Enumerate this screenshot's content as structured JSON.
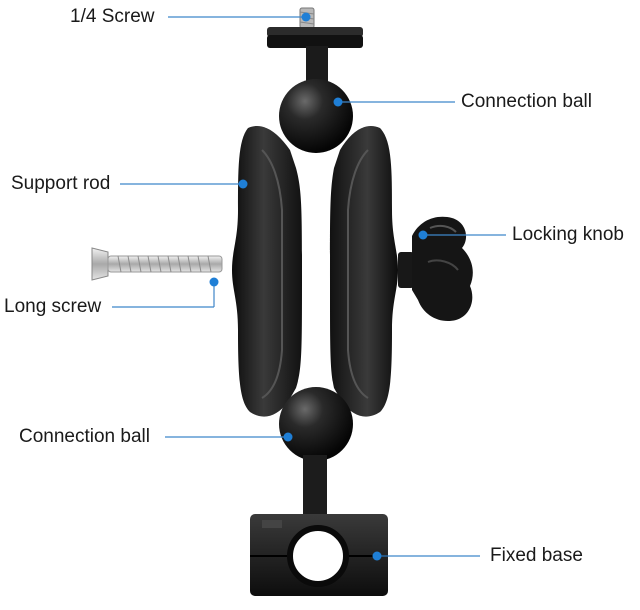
{
  "labels": {
    "screw": "1/4 Screw",
    "ball_top": "Connection ball",
    "support_rod": "Support rod",
    "locking_knob": "Locking knob",
    "long_screw": "Long screw",
    "ball_bottom": "Connection ball",
    "fixed_base": "Fixed base"
  },
  "colors": {
    "leader_line": "#3f86c9",
    "marker_dot": "#1f7fd6",
    "product": "#1a1a1a",
    "screw_metal": "#c9c9c9"
  }
}
